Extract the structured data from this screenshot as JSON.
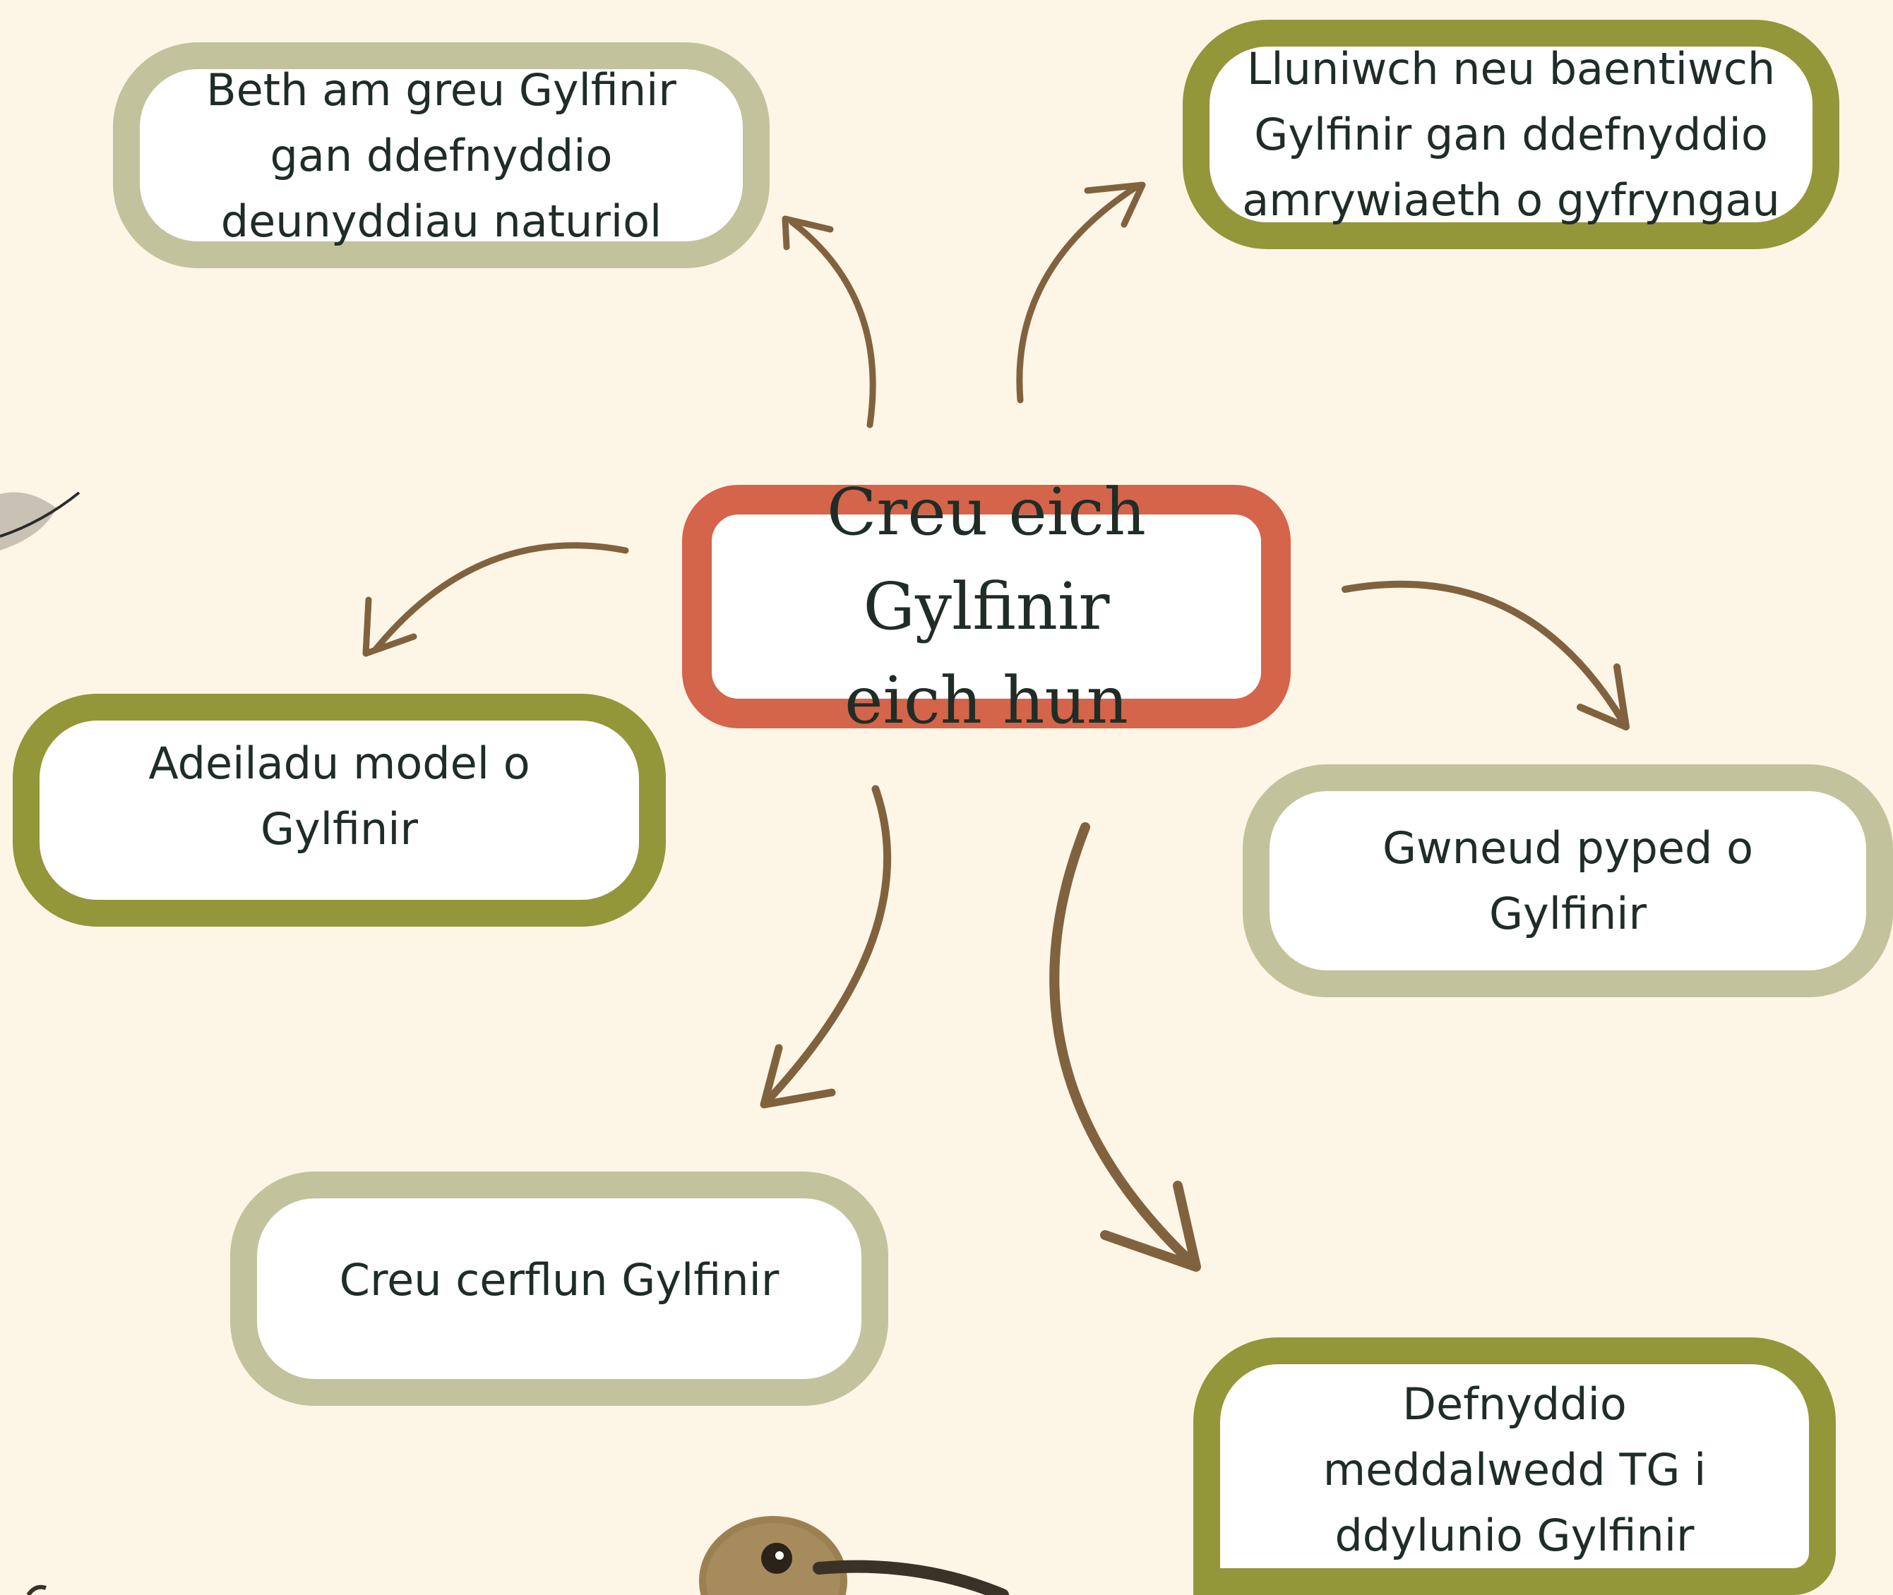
{
  "center": {
    "line1": "Creu eich Gylfinir",
    "line2": "eich hun"
  },
  "nodes": {
    "natural": {
      "lines": [
        "Beth am greu Gylfinir",
        "gan ddefnyddio",
        "deunyddiau naturiol"
      ]
    },
    "paint": {
      "lines": [
        "Lluniwch neu baentiwch",
        "Gylfinir gan ddefnyddio",
        "amrywiaeth o gyfryngau"
      ]
    },
    "model": {
      "lines": [
        "Adeiladu model o Gylfinir"
      ]
    },
    "puppet": {
      "lines": [
        "Gwneud pyped o Gylfinir"
      ]
    },
    "sculpt": {
      "lines": [
        "Creu cerflun Gylfinir"
      ]
    },
    "software": {
      "lines": [
        "Defnyddio",
        "meddalwedd TG i",
        "ddylunio Gylfinir"
      ]
    }
  },
  "colors": {
    "background": "#fdf5e6",
    "center_border": "#d4644a",
    "sage_border": "#c2c39c",
    "olive_border": "#94963a",
    "arrow": "#81623f",
    "text": "#1f2d26"
  },
  "icons": {
    "feather": "feather-icon",
    "curlew": "curlew-bird-icon"
  }
}
